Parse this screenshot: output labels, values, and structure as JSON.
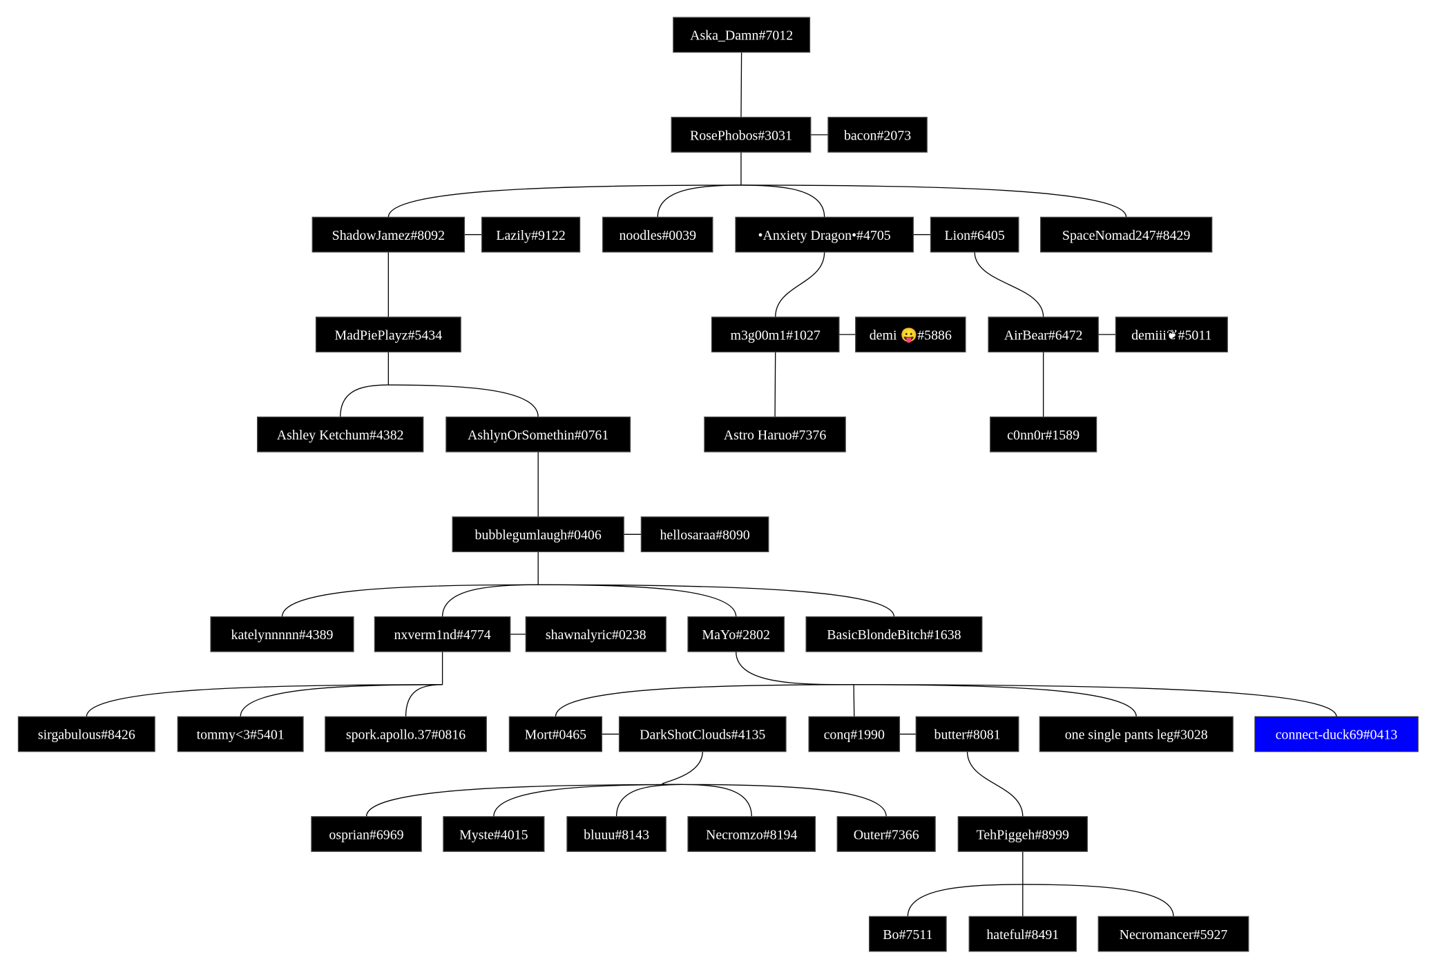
{
  "colors": {
    "node_fill": "#000000",
    "highlight_fill": "#0000ff",
    "text": "#ffffff",
    "edge": "#000000"
  },
  "nodes": {
    "aska": {
      "label": "Aska_Damn#7012"
    },
    "rose": {
      "label": "RosePhobos#3031"
    },
    "bacon": {
      "label": "bacon#2073"
    },
    "shadow": {
      "label": "ShadowJamez#8092"
    },
    "lazily": {
      "label": "Lazily#9122"
    },
    "noodles": {
      "label": "noodles#0039"
    },
    "anxiety": {
      "label": "•Anxiety Dragon•#4705"
    },
    "lion": {
      "label": "Lion#6405"
    },
    "space": {
      "label": "SpaceNomad247#8429"
    },
    "madpie": {
      "label": "MadPiePlayz#5434"
    },
    "m3g": {
      "label": "m3g00m1#1027"
    },
    "demi": {
      "label": "demi 😛#5886"
    },
    "airbear": {
      "label": "AirBear#6472"
    },
    "demiii": {
      "label": "demiii❦#5011"
    },
    "ashley": {
      "label": "Ashley Ketchum#4382"
    },
    "ashlyn": {
      "label": "AshlynOrSomethin#0761"
    },
    "astro": {
      "label": "Astro Haruo#7376"
    },
    "connor": {
      "label": "c0nn0r#1589"
    },
    "bubble": {
      "label": "bubblegumlaugh#0406"
    },
    "hello": {
      "label": "hellosaraa#8090"
    },
    "katelyn": {
      "label": "katelynnnnn#4389"
    },
    "nxverm": {
      "label": "nxverm1nd#4774"
    },
    "shawn": {
      "label": "shawnalyric#0238"
    },
    "mayo": {
      "label": "MaYo#2802"
    },
    "basic": {
      "label": "BasicBlondeBitch#1638"
    },
    "sirg": {
      "label": "sirgabulous#8426"
    },
    "tommy": {
      "label": "tommy<3#5401"
    },
    "spork": {
      "label": "spork.apollo.37#0816"
    },
    "mort": {
      "label": "Mort#0465"
    },
    "dark": {
      "label": "DarkShotClouds#4135"
    },
    "conq": {
      "label": "conq#1990"
    },
    "butter": {
      "label": "butter#8081"
    },
    "pants": {
      "label": "one single pants leg#3028"
    },
    "duck": {
      "label": "connect-duck69#0413",
      "highlighted": true
    },
    "osprian": {
      "label": "osprian#6969"
    },
    "myste": {
      "label": "Myste#4015"
    },
    "bluuu": {
      "label": "bluuu#8143"
    },
    "necromzo": {
      "label": "Necromzo#8194"
    },
    "outer": {
      "label": "Outer#7366"
    },
    "teh": {
      "label": "TehPiggeh#8999"
    },
    "bo": {
      "label": "Bo#7511"
    },
    "hateful": {
      "label": "hateful#8491"
    },
    "necromancer": {
      "label": "Necromancer#5927"
    }
  },
  "children": [
    {
      "parent": "aska",
      "children": [
        "rose"
      ]
    },
    {
      "parent": "rose",
      "children": [
        "shadow",
        "noodles",
        "anxiety",
        "space"
      ]
    },
    {
      "parent": "shadow",
      "children": [
        "madpie"
      ]
    },
    {
      "parent": "anxiety",
      "children": [
        "m3g"
      ]
    },
    {
      "parent": "lion",
      "children": [
        "airbear"
      ]
    },
    {
      "parent": "madpie",
      "children": [
        "ashley",
        "ashlyn"
      ]
    },
    {
      "parent": "m3g",
      "children": [
        "astro"
      ]
    },
    {
      "parent": "airbear",
      "children": [
        "connor"
      ]
    },
    {
      "parent": "ashlyn",
      "children": [
        "bubble"
      ]
    },
    {
      "parent": "bubble",
      "children": [
        "katelyn",
        "nxverm",
        "mayo",
        "basic"
      ]
    },
    {
      "parent": "nxverm",
      "children": [
        "sirg",
        "tommy",
        "spork"
      ]
    },
    {
      "parent": "mayo",
      "children": [
        "mort",
        "conq",
        "pants",
        "duck"
      ]
    },
    {
      "parent": "dark",
      "children": [
        "osprian",
        "myste",
        "bluuu",
        "necromzo",
        "outer"
      ]
    },
    {
      "parent": "butter",
      "children": [
        "teh"
      ]
    },
    {
      "parent": "teh",
      "children": [
        "bo",
        "hateful",
        "necromancer"
      ]
    }
  ],
  "links": [
    [
      "rose",
      "bacon"
    ],
    [
      "shadow",
      "lazily"
    ],
    [
      "anxiety",
      "lion"
    ],
    [
      "m3g",
      "demi"
    ],
    [
      "airbear",
      "demiii"
    ],
    [
      "bubble",
      "hello"
    ],
    [
      "nxverm",
      "shawn"
    ],
    [
      "mort",
      "dark"
    ],
    [
      "conq",
      "butter"
    ]
  ]
}
